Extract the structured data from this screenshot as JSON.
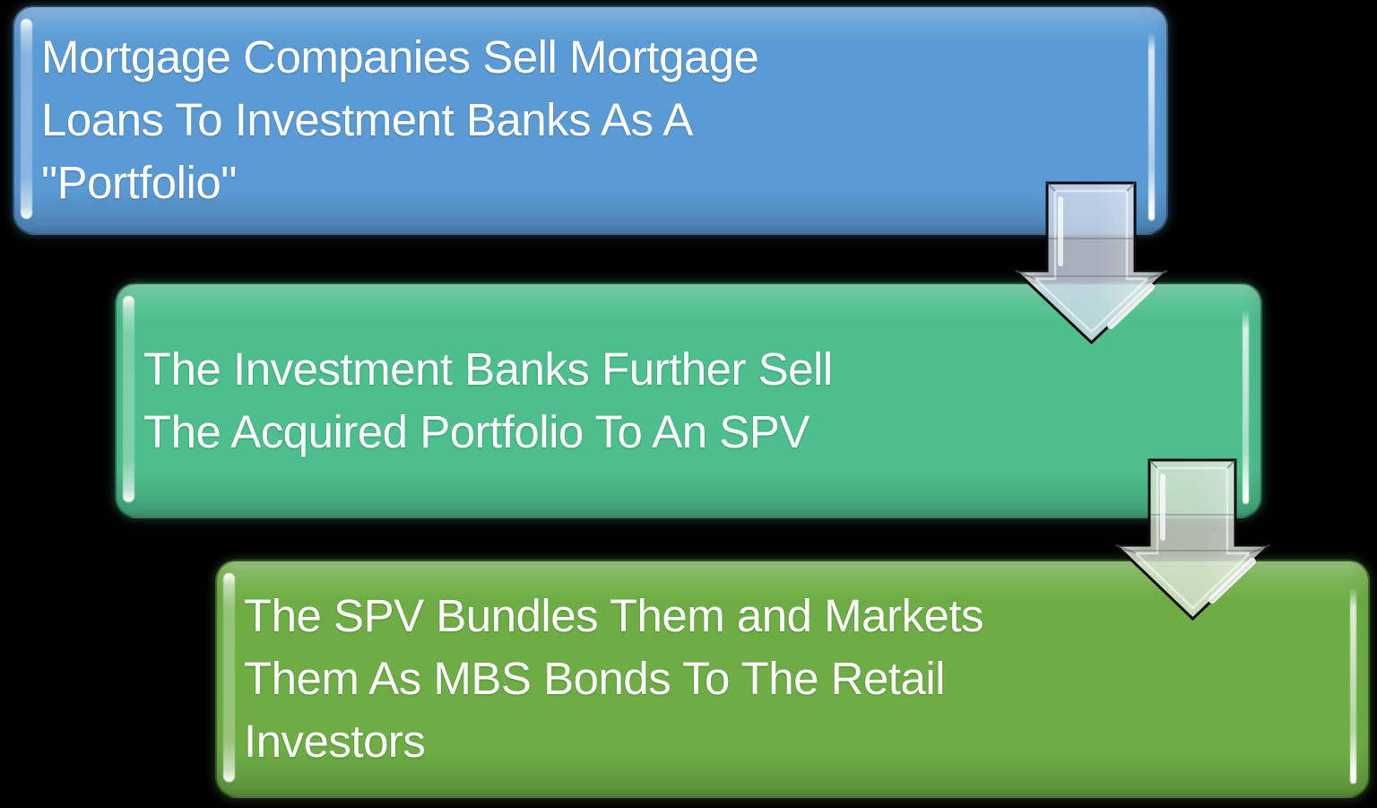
{
  "diagram": {
    "background": "#000000",
    "text_color": "#ffffff",
    "boxes": [
      {
        "id": "mortgage-companies-sell",
        "fill": "#5b9bd5",
        "lines": [
          "Mortgage Companies Sell Mortgage",
          "Loans To Investment Banks As A",
          "\"Portfolio\""
        ]
      },
      {
        "id": "investment-banks-sell",
        "fill": "#4dbe8c",
        "lines": [
          "The Investment Banks Further Sell",
          "The Acquired Portfolio To An SPV"
        ]
      },
      {
        "id": "spv-bundles-markets",
        "fill": "#6ead46",
        "lines": [
          "The SPV Bundles Them and Markets",
          "Them As MBS Bonds To The Retail",
          "Investors"
        ]
      }
    ],
    "arrows": [
      {
        "name": "down-arrow-1",
        "direction": "down",
        "outline": "#0b0b0b",
        "gradient_stops": [
          "#b9c5da",
          "#f5f8fc",
          "#cfd9ea",
          "#d3dcec",
          "#e9eef6",
          "#b4c1d6"
        ]
      },
      {
        "name": "down-arrow-2",
        "direction": "down",
        "outline": "#0b0b0b",
        "gradient_stops": [
          "#bccbb8",
          "#f4f8f0",
          "#dce6d6",
          "#dee7d9",
          "#edf3e8",
          "#b7c9b0"
        ]
      }
    ]
  }
}
